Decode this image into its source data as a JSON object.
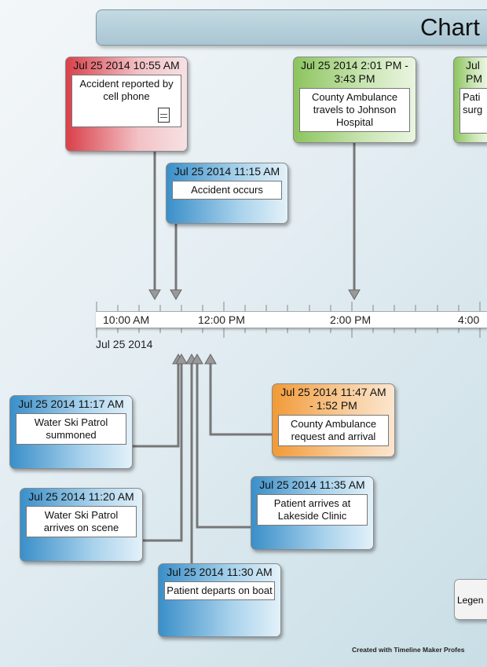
{
  "title": "Chart",
  "axis": {
    "labels": [
      "10:00 AM",
      "12:00 PM",
      "2:00 PM",
      "4:00"
    ],
    "date": "Jul 25 2014"
  },
  "events_above": [
    {
      "date": "Jul 25 2014 10:55 AM",
      "text": "Accident reported by cell phone",
      "color": "#d9404a",
      "icon": "document-icon"
    },
    {
      "date": "Jul 25 2014 11:15 AM",
      "text": "Accident occurs",
      "color": "#3a8fc9"
    },
    {
      "date": "Jul 25 2014 2:01 PM - 3:43 PM",
      "text": "County Ambulance travels to Johnson Hospital",
      "color": "#8cc45e"
    },
    {
      "date": "Jul PM",
      "text": "Pati surg",
      "color": "#8cc45e"
    }
  ],
  "events_below": [
    {
      "date": "Jul 25 2014 11:17 AM",
      "text": "Water Ski Patrol summoned",
      "color": "#3a8fc9"
    },
    {
      "date": "Jul 25 2014 11:20 AM",
      "text": "Water Ski Patrol arrives on scene",
      "color": "#3a8fc9"
    },
    {
      "date": "Jul 25 2014 11:30 AM",
      "text": "Patient departs on boat",
      "color": "#3a8fc9"
    },
    {
      "date": "Jul 25 2014 11:35 AM",
      "text": "Patient arrives at Lakeside Clinic",
      "color": "#3a8fc9"
    },
    {
      "date": "Jul 25 2014 11:47 AM - 1:52 PM",
      "text": "County Ambulance request and arrival",
      "color": "#f29a38"
    }
  ],
  "legend": "Legen",
  "credit": "Created with Timeline Maker Profes"
}
